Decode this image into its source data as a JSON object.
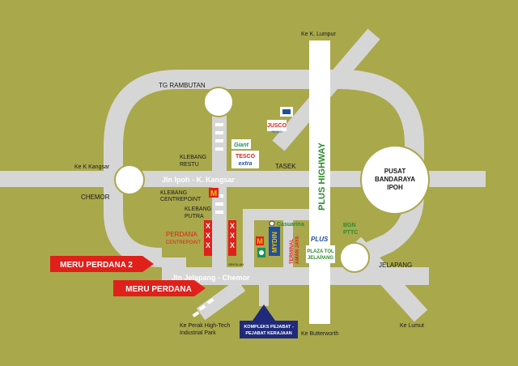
{
  "labels": {
    "k_lumpur": "Ke K. Lumpur",
    "tg_rambutan": "TG RAMBUTAN",
    "ke_k_kangsar": "Ke K Kangsar",
    "chemor": "CHEMOR",
    "klebang_restu": "KLEBANG RESTU",
    "klebang_restu_l1": "KLEBANG",
    "klebang_restu_l2": "RESTU",
    "klebang_cp_l1": "KLEBANG",
    "klebang_cp_l2": "CENTREPOINT",
    "klebang_putra_l1": "KLEBANG",
    "klebang_putra_l2": "PUTRA",
    "perdana_cp_l1": "PERDANA",
    "perdana_cp_l2": "CENTREPOINT",
    "tasek": "TASEK",
    "pusat_l1": "PUSAT",
    "pusat_l2": "BANDARAYA",
    "pusat_l3": "IPOH",
    "jelapang": "JELAPANG",
    "ke_lumut": "Ke Lumut",
    "ke_butterworth": "Ke Butterworth",
    "ke_perak_l1": "Ke Perak High-Tech",
    "ke_perak_l2": "Industrial Park",
    "sekolah": "SEKOLAH",
    "casuarina": "Casuarina",
    "terminal_l1": "TERMINAL",
    "terminal_l2": "AMAN JAYA",
    "bgn_l1": "BGN",
    "bgn_l2": "PTTC",
    "plaza_l1": "PLAZA TOL",
    "plaza_l2": "JELAPANG",
    "mydin": "MYDIN",
    "plus_logo": "PLUS"
  },
  "roads": {
    "jln_ipoh": "Jln Ipoh - K. Kangsar",
    "jln_jelapang": "Jln Jelapang - Chemor",
    "plus_highway": "PLUS HIGHWAY"
  },
  "callouts": {
    "meru_perdana_2": "MERU PERDANA 2",
    "meru_perdana": "MERU PERDANA",
    "kompleks_l1": "KOMPLEKS PEJABAT -",
    "kompleks_l2": "PEJABAT KERAJAAN"
  },
  "brands": {
    "jusco": "JUSCO",
    "tesco_small": "TESCO",
    "giant": "Giant",
    "tesco": "TESCO",
    "extra": "extra"
  },
  "colors": {
    "background": "#a9a84b",
    "road": "#d6d6d6",
    "roundabout": "#ffffff",
    "callout_red": "#e0201b",
    "callout_navy": "#1f2a7a",
    "highway_text": "#2e8b2e"
  }
}
